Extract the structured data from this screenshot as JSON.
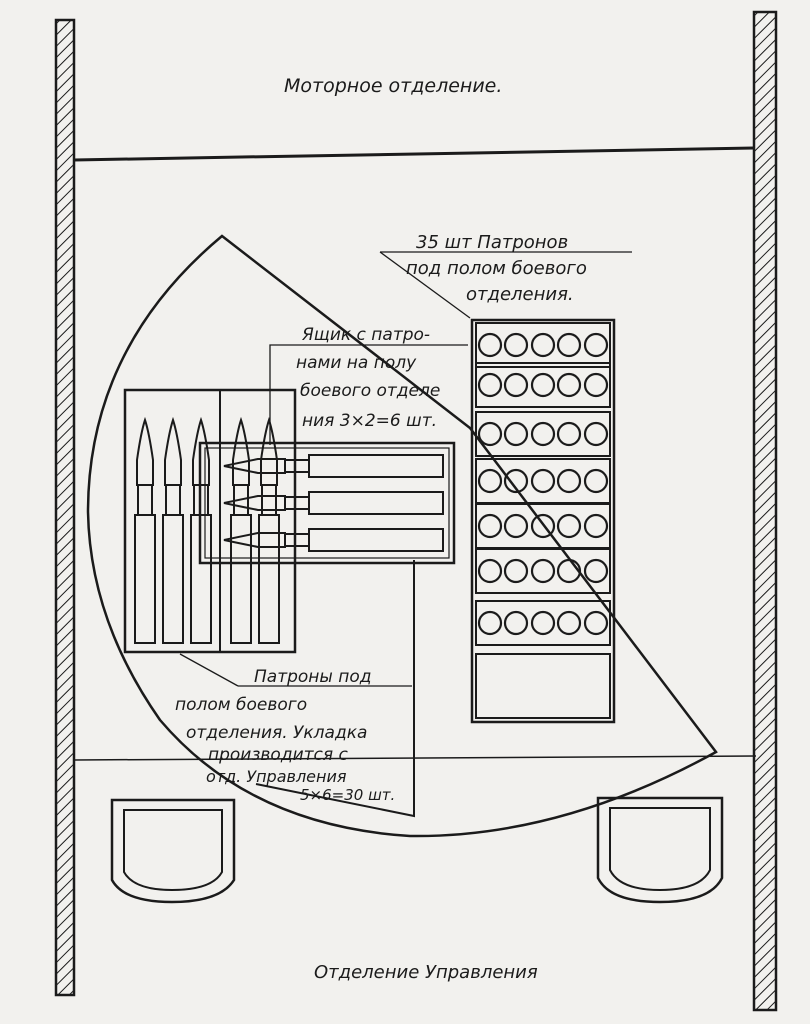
{
  "labels": {
    "engine_compartment": "Моторное отделение.",
    "rounds_35_line1": "35 шт Патронов",
    "rounds_35_line2": "под полом боевого",
    "rounds_35_line3": "отделения.",
    "box_line1": "Ящик с патро-",
    "box_line2": "нами на полу",
    "box_line3": "боевого отделе",
    "box_line4": "ния 3×2=6 шт.",
    "floor_line1": "Патроны под",
    "floor_line2": "полом боевого",
    "floor_line3": "отделения. Укладка",
    "floor_line4": "производится с",
    "floor_line5": "отд. Управления",
    "floor_line6": "5×6=30 шт.",
    "driver_compartment": "Отделение Управления"
  },
  "rack": {
    "rows_of_rounds": 7,
    "rounds_per_row": 5,
    "empty_rows": 1
  },
  "upright_rounds": {
    "left_group": 3,
    "right_group": 2
  },
  "box_rounds": 3,
  "colors": {
    "paper": "#f2f1ee",
    "ink": "#1b1b1b"
  }
}
